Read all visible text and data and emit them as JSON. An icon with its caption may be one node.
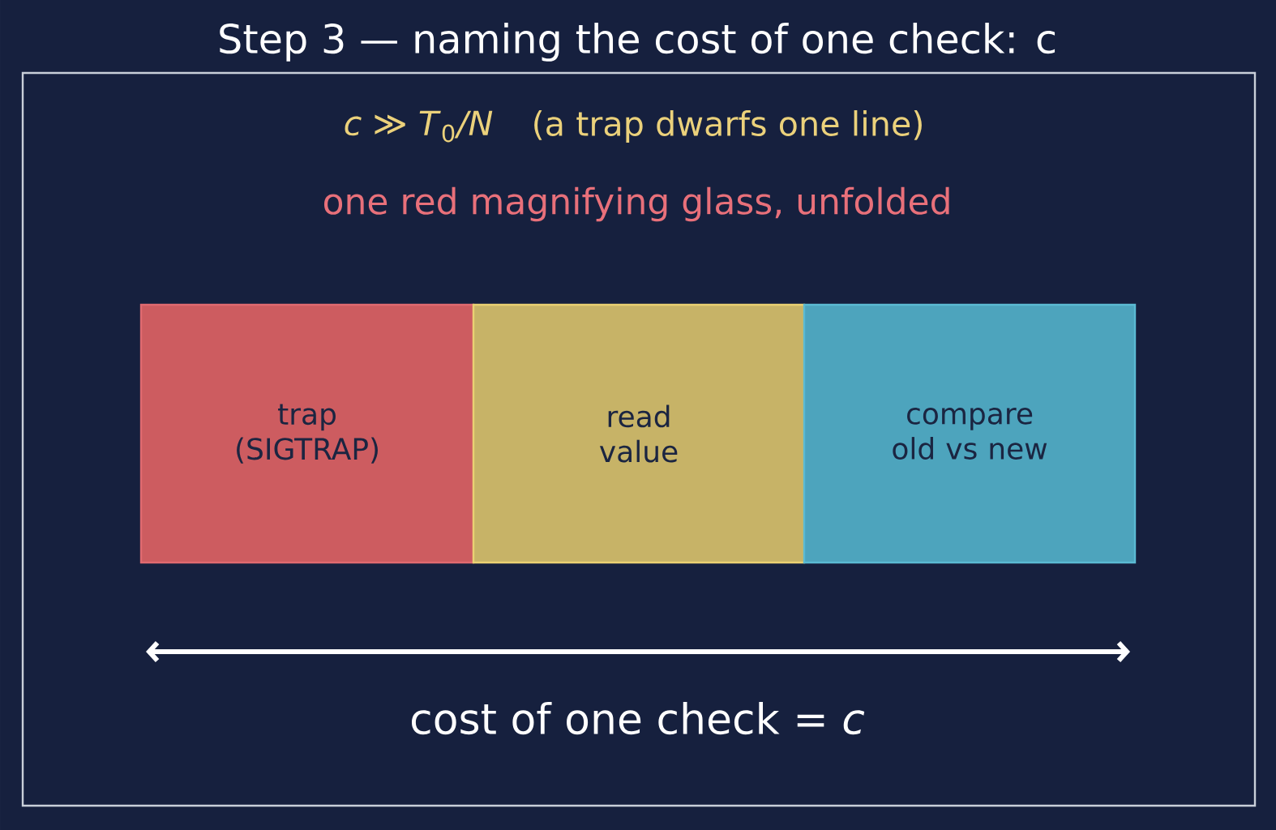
{
  "diagram": {
    "title": "Step 3 — naming the cost of one check: c",
    "nodes": [
      {
        "text": [
          "trap (SIGTRAP)"
        ]
      },
      {
        "text": [
          "read value"
        ]
      },
      {
        "text": [
          "compare old vs new"
        ]
      }
    ],
    "labels": [
      "*c* ≫ *T*$_{0}$*/N*",
      "(a trap dwarfs one line)",
      "one red magnifying glass, unfolded",
      "cost of one check = *c*"
    ]
  }
}
